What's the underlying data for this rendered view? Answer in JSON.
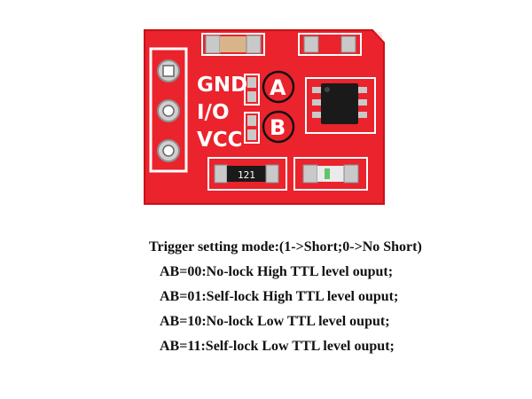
{
  "board": {
    "silkscreen": {
      "gnd": "GND",
      "io": "I/O",
      "vcc": "VCC",
      "a": "A",
      "b": "B",
      "resistor_code": "121"
    }
  },
  "caption": {
    "lines": [
      "Trigger setting mode:(1->Short;0->No Short)",
      "AB=00:No-lock High TTL level ouput;",
      "AB=01:Self-lock High TTL level ouput;",
      "AB=10:No-lock Low TTL level ouput;",
      "AB=11:Self-lock Low TTL level ouput;"
    ]
  },
  "colors": {
    "pcb": "#e8202a",
    "silkscreen": "#ffffff",
    "pad": "#c9c9c9",
    "chip": "#1a1a1a"
  }
}
